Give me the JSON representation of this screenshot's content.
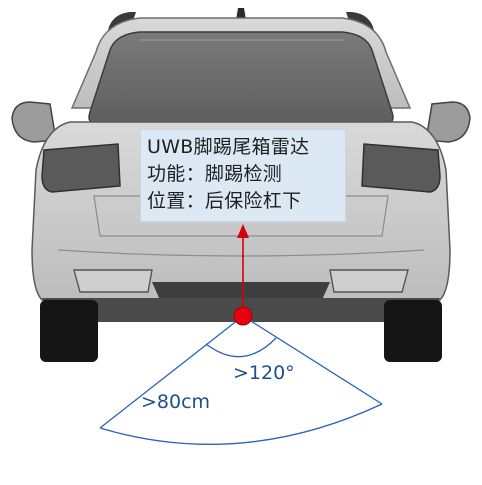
{
  "info_box": {
    "title": "UWB脚踢尾箱雷达",
    "function_line": "功能：脚踢检测",
    "position_line": "位置：后保险杠下"
  },
  "detection": {
    "angle_label": ">120°",
    "range_label": ">80cm"
  },
  "colors": {
    "sensor_dot": "#e8000f",
    "arrow": "#d4000c",
    "label_text": "#1f4e8c",
    "box_fill": "#dce8f3",
    "zone_stroke": "#2b63b8"
  }
}
